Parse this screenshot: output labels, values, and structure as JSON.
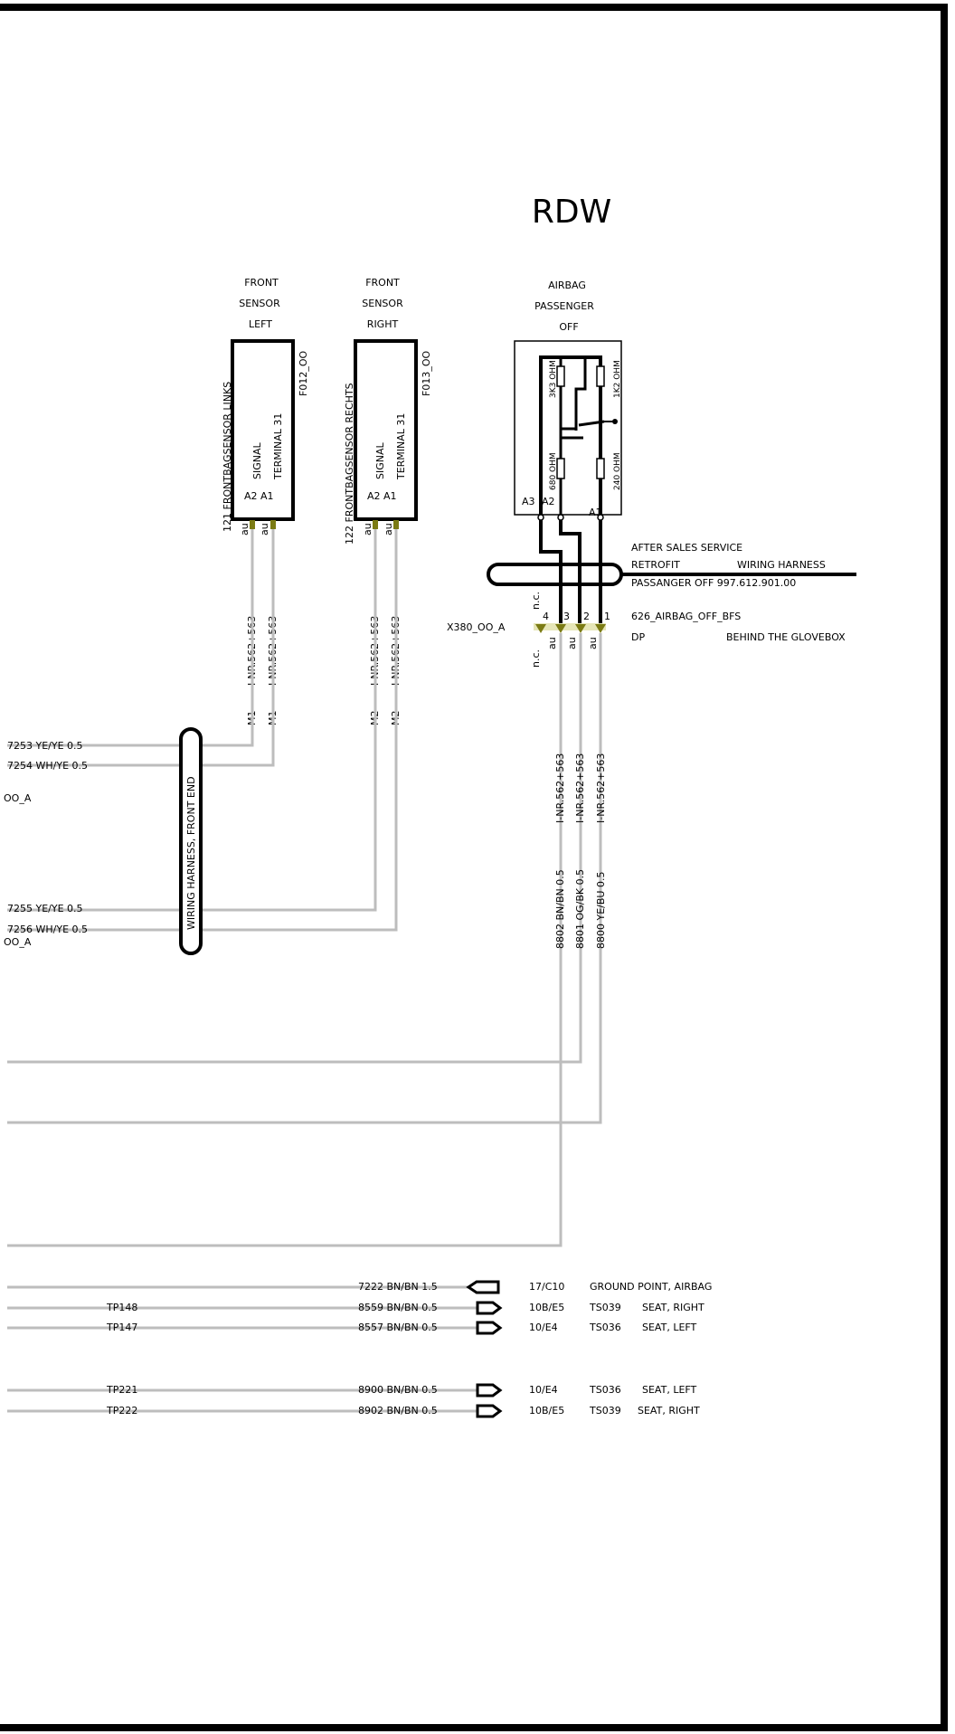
{
  "title": "RDW",
  "colors": {
    "wire": "#bdbdbd",
    "pin": "#7b7b14",
    "frame": "#000000"
  },
  "sensor_left": {
    "head": [
      "FRONT",
      "SENSOR",
      "LEFT"
    ],
    "id": "F012_OO",
    "name": "121 FRONTBAGSENSOR LINKS",
    "signal": "SIGNAL",
    "terminal": "TERMINAL 31",
    "pins": "A2  A1",
    "au1": "au",
    "au2": "au",
    "inr1": "I-NR.562+563",
    "inr2": "I-NR.562+563",
    "m1": "M1",
    "m2": "M1"
  },
  "sensor_right": {
    "head": [
      "FRONT",
      "SENSOR",
      "RIGHT"
    ],
    "id": "F013_OO",
    "name": "122 FRONTBAGSENSOR RECHTS",
    "signal": "SIGNAL",
    "terminal": "TERMINAL 31",
    "pins": "A2  A1",
    "au1": "au",
    "au2": "au",
    "inr1": "I-NR.562+563",
    "inr2": "I-NR.562+563",
    "m1": "M2",
    "m2": "M2"
  },
  "airbag_off": {
    "head": [
      "AIRBAG",
      "PASSENGER",
      "OFF"
    ],
    "r1": "3K3 OHM",
    "r2": "1K2 OHM",
    "r3": "680 OHM",
    "r4": "240 OHM",
    "pin_a3": "A3",
    "pin_a2": "A2",
    "pin_a1": "A1"
  },
  "retrofit": {
    "line1": "AFTER SALES SERVICE",
    "line2a": "RETROFIT",
    "line2b": "WIRING HARNESS",
    "line3": "PASSANGER OFF 997.612.901.00"
  },
  "connector": {
    "name": "X380_OO_A",
    "pins": [
      "4",
      "3",
      "2",
      "1"
    ],
    "nc_top": "n.c.",
    "nc_bottom": "n.c.",
    "au": [
      "au",
      "au",
      "au"
    ],
    "ref": "626_AIRBAG_OFF_BFS",
    "dp": "DP",
    "location": "BEHIND THE GLOVEBOX"
  },
  "harness_front": "WIRING HARNESS, FRONT END",
  "left_wires": [
    "7253 YE/YE 0.5",
    "7254 WH/YE 0.5",
    "7255 YE/YE 0.5",
    "7256 WH/YE 0.5"
  ],
  "left_conn1": "OO_A",
  "left_conn2": "OO_A",
  "vertical_wires": {
    "inr": [
      "I-NR.562+563",
      "I-NR.562+563",
      "I-NR.562+563"
    ],
    "labels": [
      "8802 BN/BN 0.5",
      "8801 OG/BK 0.5",
      "8800 YE/BU 0.5"
    ]
  },
  "bottom_rows": [
    {
      "tp": "",
      "wire": "7222 BN/BN 1.5",
      "grid": "17/C10",
      "code": "GROUND POINT, AIRBAG",
      "desc": ""
    },
    {
      "tp": "TP148",
      "wire": "8559 BN/BN 0.5",
      "grid": "10B/E5",
      "code": "TS039",
      "desc": "SEAT, RIGHT"
    },
    {
      "tp": "TP147",
      "wire": "8557 BN/BN 0.5",
      "grid": "10/E4",
      "code": "TS036",
      "desc": "SEAT, LEFT"
    },
    {
      "tp": "TP221",
      "wire": "8900 BN/BN 0.5",
      "grid": "10/E4",
      "code": "TS036",
      "desc": "SEAT, LEFT"
    },
    {
      "tp": "TP222",
      "wire": "8902 BN/BN 0.5",
      "grid": "10B/E5",
      "code": "TS039",
      "desc": "SEAT, RIGHT"
    }
  ]
}
